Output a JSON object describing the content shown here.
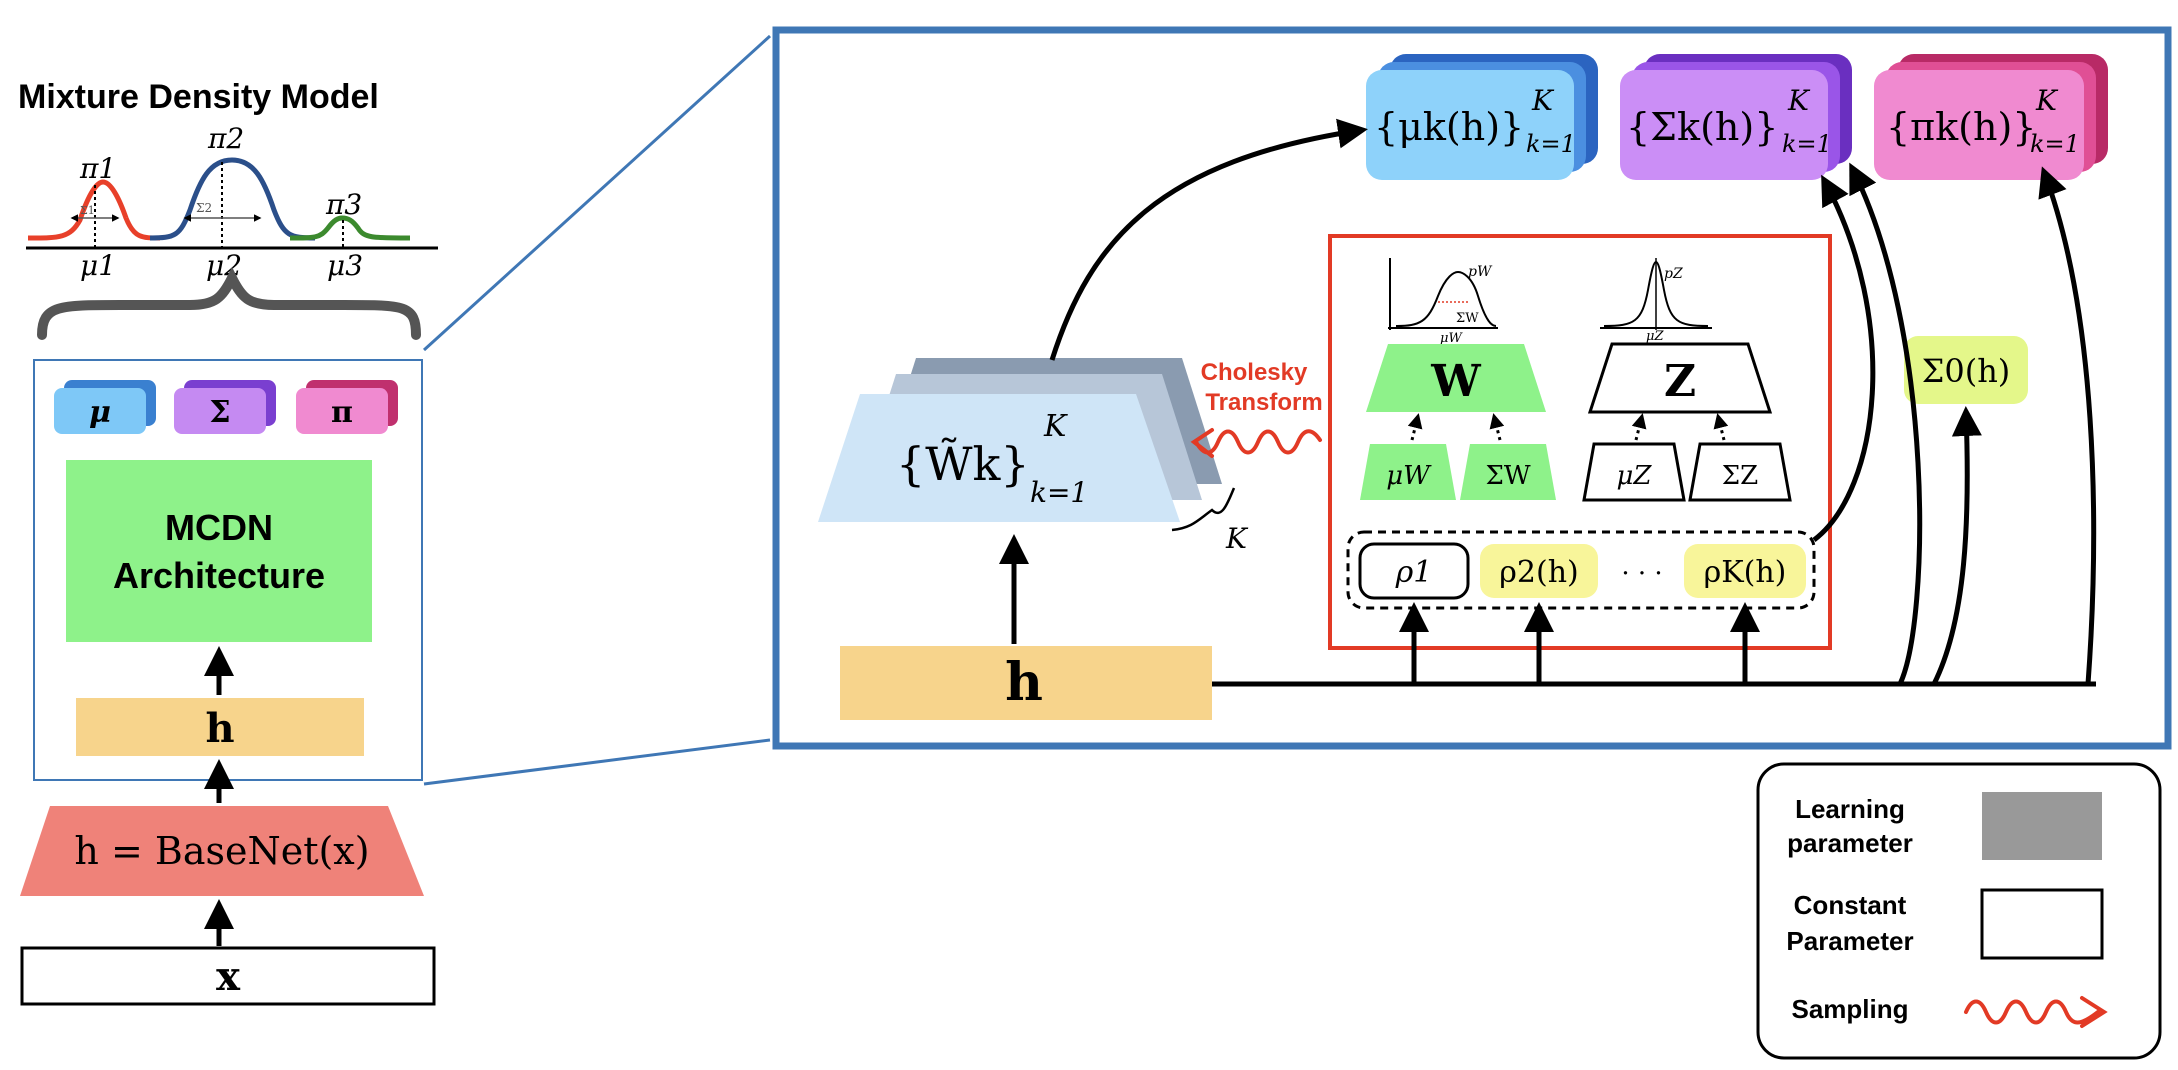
{
  "left_panel": {
    "title": "Mixture Density Model",
    "mixture": {
      "components": [
        {
          "pi": "π1",
          "mu": "μ1",
          "sigma": "Σ1",
          "color": "#e8402a"
        },
        {
          "pi": "π2",
          "mu": "μ2",
          "sigma": "Σ2",
          "color": "#2b4f8a"
        },
        {
          "pi": "π3",
          "mu": "μ3",
          "sigma": "",
          "color": "#3c8a2e"
        }
      ]
    },
    "outputs": [
      {
        "label": "μ",
        "color": "#7ec8f7",
        "shadow": "#3a80d0"
      },
      {
        "label": "Σ",
        "color": "#c58af2",
        "shadow": "#7a3fd0"
      },
      {
        "label": "π",
        "color": "#f08ad0",
        "shadow": "#c0306e"
      }
    ],
    "mcdn_line1": "MCDN",
    "mcdn_line2": "Architecture",
    "h_label": "h",
    "basenet_label": "h = BaseNet(x)",
    "x_label": "x"
  },
  "right_panel": {
    "outputs": {
      "mu": "{μk(h)}",
      "sigma": "{Σk(h)}",
      "pi": "{πk(h)}",
      "sup": "K",
      "sub": "k=1"
    },
    "weights": {
      "label": "{W̃k}",
      "sup": "K",
      "sub": "k=1",
      "brace_label": "K"
    },
    "cholesky_line1": "Cholesky",
    "cholesky_line2": "Transform",
    "W": {
      "label": "W",
      "curve_label": "pW",
      "mu_axis": "μW",
      "sigma_axis": "ΣW",
      "mu_param": "μW",
      "sigma_param": "ΣW"
    },
    "Z": {
      "label": "Z",
      "curve_label": "pZ",
      "mu_axis": "μZ",
      "mu_param": "μZ",
      "sigma_param": "ΣZ"
    },
    "rho": {
      "rho1": "ρ1",
      "rho2": "ρ2(h)",
      "dots": "· · ·",
      "rhoK": "ρK(h)"
    },
    "sigma0": "Σ0(h)",
    "h_label": "h"
  },
  "legend": {
    "learning_line1": "Learning",
    "learning_line2": "parameter",
    "constant_line1": "Constant",
    "constant_line2": "Parameter",
    "sampling": "Sampling"
  },
  "colors": {
    "frame_blue": "#3f77b5",
    "h_yellow": "#f7d48c",
    "green": "#8ef28a",
    "basenet_red": "#ef8279",
    "lime": "#e4f78a",
    "rho_yellow": "#f8f59a",
    "weights_blue": "#cfe5f7",
    "cholesky_red": "#e23a25",
    "legend_gray": "#999999"
  }
}
